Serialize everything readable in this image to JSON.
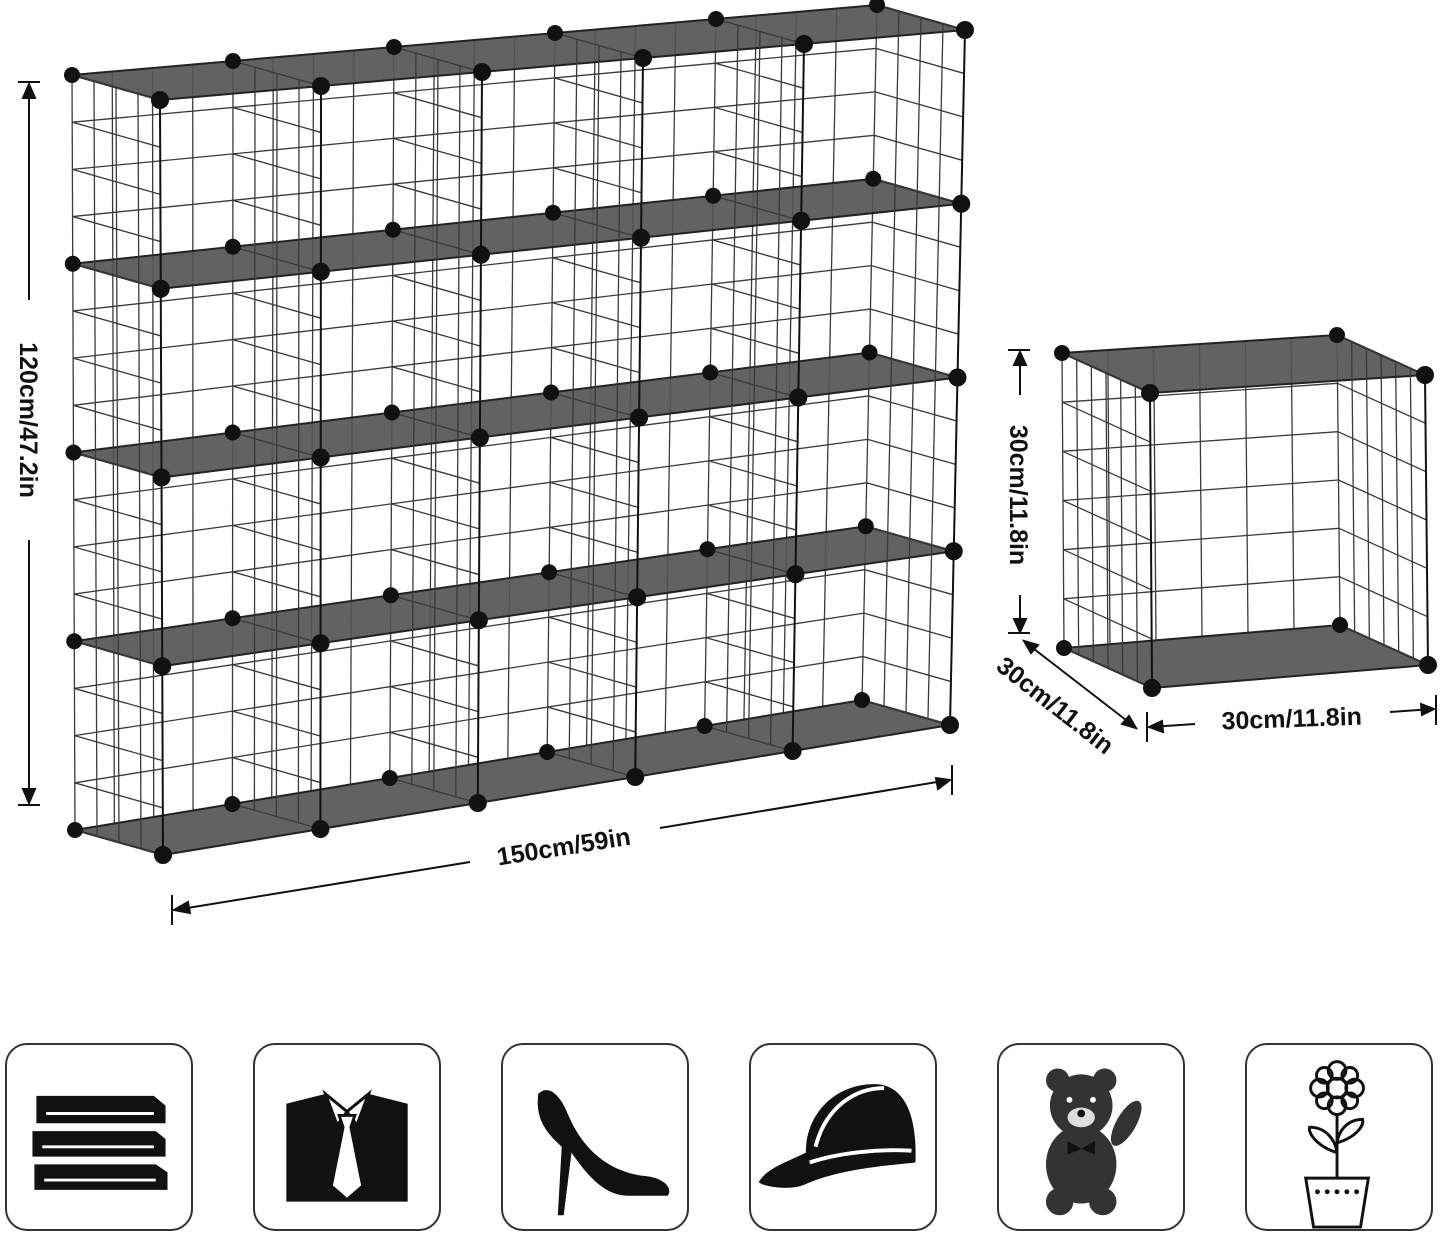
{
  "dimensions": {
    "height": "120cm/47.2in",
    "width": "150cm/59in",
    "cube_height": "30cm/11.8in",
    "cube_depth": "30cm/11.8in",
    "cube_width": "30cm/11.8in"
  },
  "shelf": {
    "columns": 5,
    "rows": 4,
    "color": "#3a3a3a",
    "panel_color": "#555555"
  },
  "icons": [
    {
      "name": "books-icon"
    },
    {
      "name": "shirt-tie-icon"
    },
    {
      "name": "high-heel-icon"
    },
    {
      "name": "cap-icon"
    },
    {
      "name": "teddy-bear-icon"
    },
    {
      "name": "flower-pot-icon"
    }
  ]
}
